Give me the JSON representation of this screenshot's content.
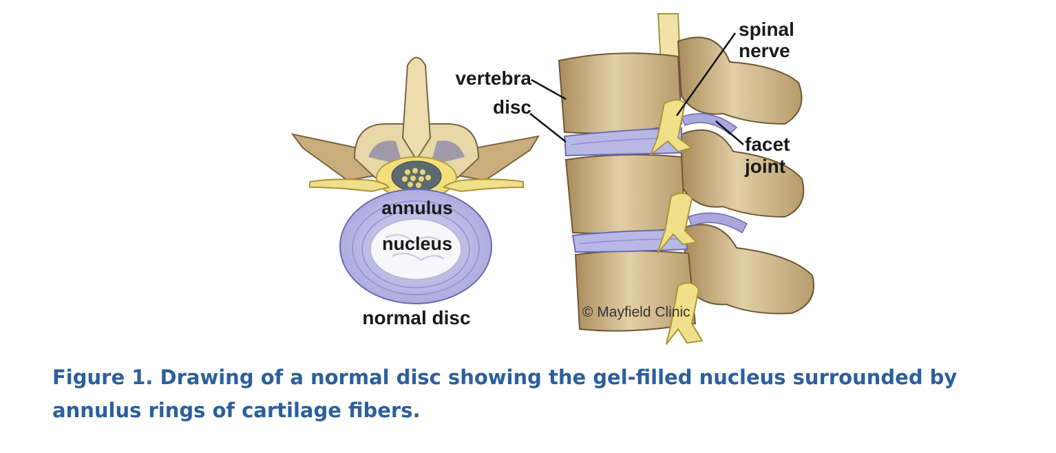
{
  "figure": {
    "labels": {
      "vertebra": "vertebra",
      "disc": "disc",
      "spinal_nerve_line1": "spinal",
      "spinal_nerve_line2": "nerve",
      "facet_joint_line1": "facet",
      "facet_joint_line2": "joint",
      "annulus": "annulus",
      "nucleus": "nucleus",
      "normal_disc": "normal disc",
      "copyright": "© Mayfield Clinic"
    },
    "colors": {
      "bone": "#d9c39a",
      "bone_dark": "#b79c6c",
      "disc": "#b8b8e6",
      "disc_dark": "#8e8ed0",
      "nerve": "#f1e08a",
      "nucleus": "#f4f4f8",
      "caption": "#2b5f9e"
    }
  },
  "caption": {
    "text": "Figure 1. Drawing of a normal disc showing the gel-filled nucleus surrounded by annulus rings of cartilage fibers."
  }
}
